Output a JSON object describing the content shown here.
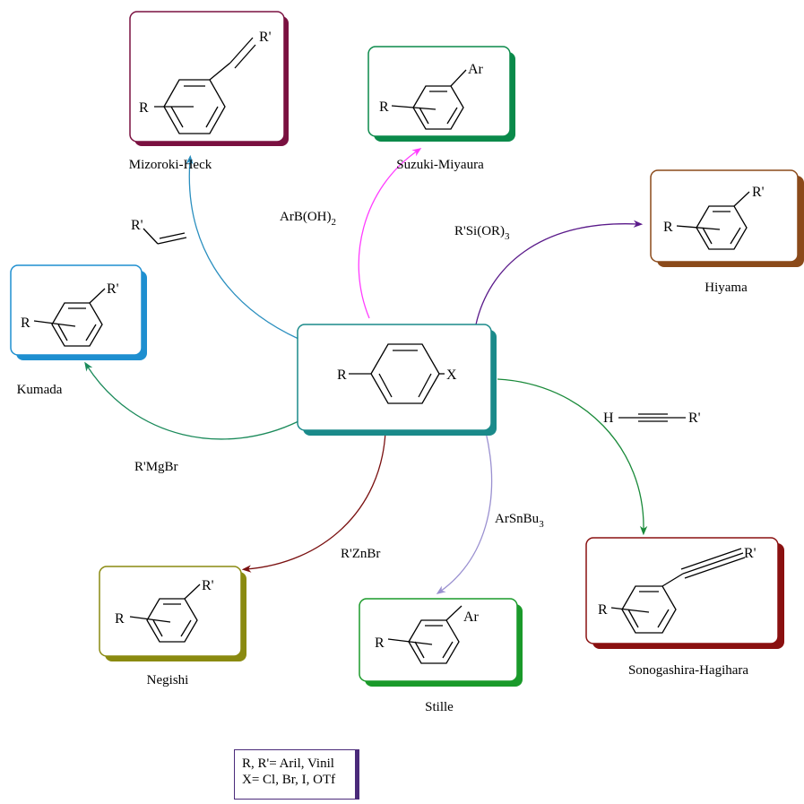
{
  "reactant": {
    "left_group": "R",
    "right_group": "X"
  },
  "reactions": [
    {
      "id": "mizoroki-heck",
      "name": "Mizoroki-Heck",
      "reagent_label": "R'",
      "product_atoms": [
        "R",
        "R'"
      ],
      "color": "#7a1040",
      "arrow_color": "#2b8fbf"
    },
    {
      "id": "suzuki-miyaura",
      "name": "Suzuki-Miyaura",
      "reagent_main": "ArB(OH)",
      "reagent_sub": "2",
      "product_atoms": [
        "R",
        "Ar"
      ],
      "color": "#0a8a4a",
      "arrow_color": "#ff3cff"
    },
    {
      "id": "hiyama",
      "name": "Hiyama",
      "reagent_main": "R'Si(OR)",
      "reagent_sub": "3",
      "product_atoms": [
        "R",
        "R'"
      ],
      "color": "#8b4a1a",
      "arrow_color": "#5a1a8a"
    },
    {
      "id": "kumada",
      "name": "Kumada",
      "reagent": "R'MgBr",
      "product_atoms": [
        "R",
        "R'"
      ],
      "color": "#1e8fd0",
      "arrow_color": "#1a8a5a"
    },
    {
      "id": "sonogashira-hagihara",
      "name": "Sonogashira-Hagihara",
      "reagent_atoms": [
        "H",
        "R'"
      ],
      "product_atoms": [
        "R",
        "R'"
      ],
      "color": "#8a1010",
      "arrow_color": "#1a8a3a"
    },
    {
      "id": "negishi",
      "name": "Negishi",
      "reagent": "R'ZnBr",
      "product_atoms": [
        "R",
        "R'"
      ],
      "color": "#8a8a10",
      "arrow_color": "#7a1010"
    },
    {
      "id": "stille",
      "name": "Stille",
      "reagent_main": "ArSnBu",
      "reagent_sub": "3",
      "product_atoms": [
        "R",
        "Ar"
      ],
      "color": "#1a9a2a",
      "arrow_color": "#9a90d0"
    }
  ],
  "legend": {
    "line1": "R, R'= Aril, Vinil",
    "line2": "X= Cl, Br, I, OTf"
  },
  "colors": {
    "center_box": "#1a8a8a"
  }
}
